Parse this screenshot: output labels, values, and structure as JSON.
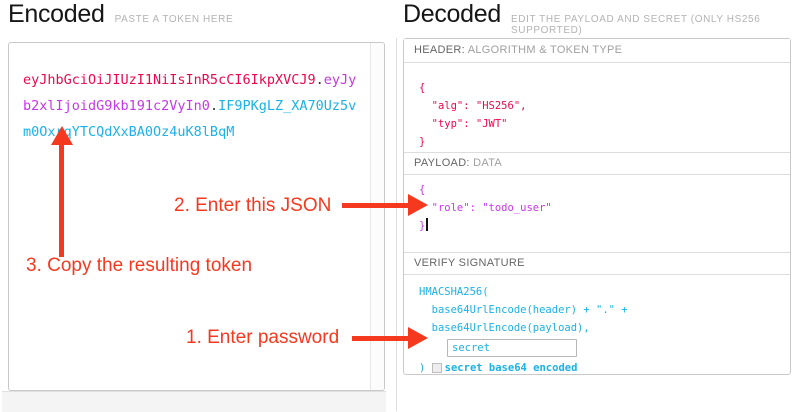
{
  "encoded": {
    "title": "Encoded",
    "subtitle": "PASTE A TOKEN HERE",
    "token": {
      "header": "eyJhbGciOiJIUzI1NiIsInR5cCI6IkpXVCJ9",
      "dot1": ".",
      "payload": "eyJyb2xlIjoidG9kb191c2VyIn0",
      "dot2": ".",
      "signature": "IF9PKgLZ_XA70Uz5vm0OxrqYTCQdXxBA0Oz4uK8lBqM"
    }
  },
  "decoded": {
    "title": "Decoded",
    "subtitle": "EDIT THE PAYLOAD AND SECRET (ONLY HS256 SUPPORTED)",
    "header_section": {
      "label_strong": "HEADER:",
      "label_rest": "ALGORITHM & TOKEN TYPE",
      "code_lines": [
        "{",
        "  \"alg\": \"HS256\",",
        "  \"typ\": \"JWT\"",
        "}"
      ]
    },
    "payload_section": {
      "label_strong": "PAYLOAD:",
      "label_rest": "DATA",
      "code_lines": [
        "{",
        "  \"role\": \"todo_user\"",
        "}"
      ]
    },
    "signature_section": {
      "label_strong": "VERIFY SIGNATURE",
      "code_lines": [
        "HMACSHA256(",
        "  base64UrlEncode(header) + \".\" +",
        "  base64UrlEncode(payload),"
      ],
      "secret_value": "secret",
      "close_paren": ") ",
      "checkbox_label": "secret base64 encoded"
    }
  },
  "annotations": {
    "step1": "1. Enter password",
    "step2": "2. Enter this JSON",
    "step3": "3. Copy the resulting token"
  },
  "colors": {
    "token_header": "#e9094b",
    "token_payload": "#c836ea",
    "token_signature": "#1ab2e8",
    "annotation_red": "#f4391f"
  }
}
